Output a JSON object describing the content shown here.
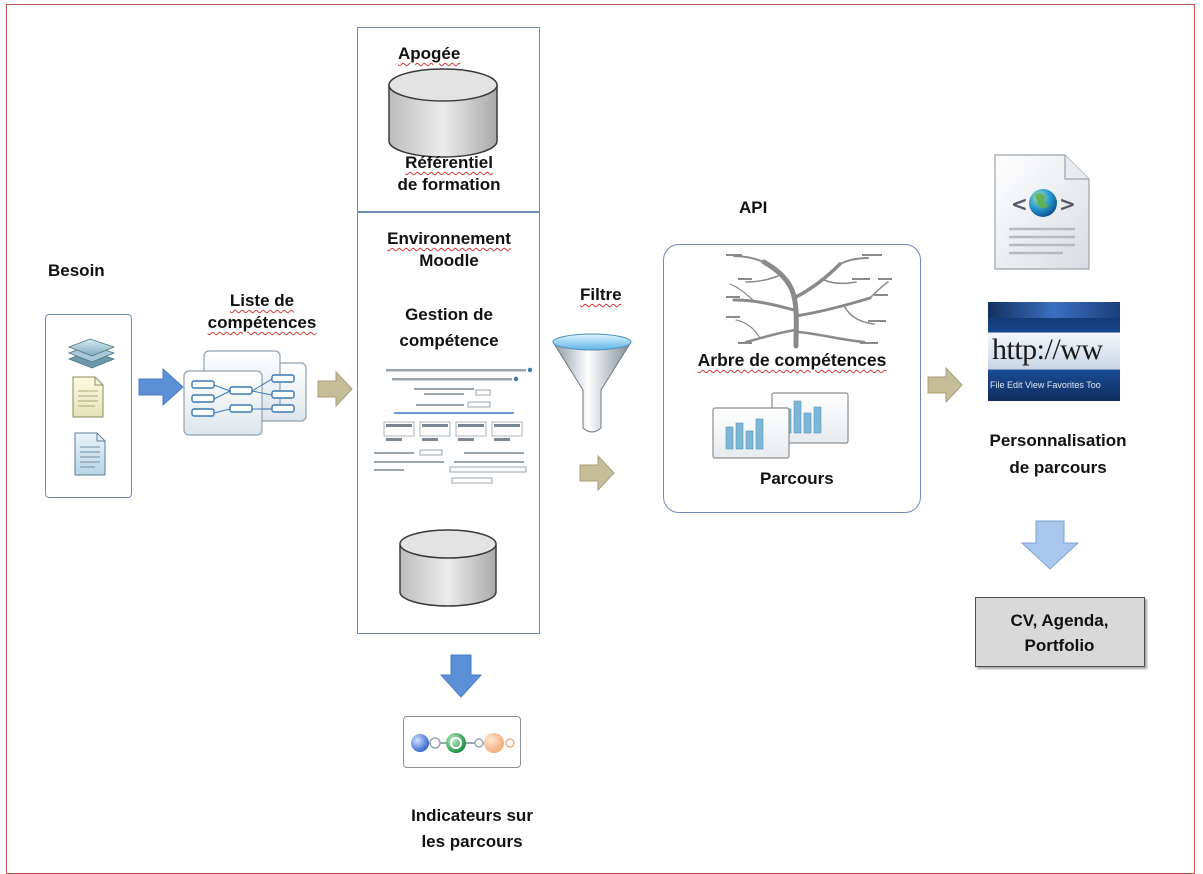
{
  "labels": {
    "besoin": "Besoin",
    "liste_line1": "Liste de",
    "liste_line2": "compétences",
    "apogee": "Apogée",
    "referentiel_line1": "Référentiel",
    "referentiel_line2": "de formation",
    "env_line1": "Environnement",
    "env_line2": "Moodle",
    "gestion_line1": "Gestion de",
    "gestion_line2": "compétence",
    "filtre": "Filtre",
    "api": "API",
    "arbre": "Arbre de compétences",
    "parcours": "Parcours",
    "perso_line1": "Personnalisation",
    "perso_line2": "de parcours",
    "cv_line1": "CV, Agenda,",
    "cv_line2": "Portfolio",
    "indic_line1": "Indicateurs sur",
    "indic_line2": "les parcours",
    "http_text": "http://ww",
    "browser_menu": "File  Edit  View  Favorites  Too"
  },
  "colors": {
    "frame": "#c0504d",
    "box_border": "#6f8cb8",
    "blue_arrow": "#5b8fd6",
    "tan_arrow": "#c4bd97",
    "db_fill": "#d9d9d9",
    "cv_fill": "#d9d9d9"
  },
  "icons": [
    "document-stack-icon",
    "competency-map-icon",
    "database-icon",
    "moodle-form-screenshot",
    "funnel-icon",
    "tree-diagram-icon",
    "bar-chart-icon",
    "web-document-icon",
    "browser-http-icon",
    "progress-circles-icon"
  ]
}
